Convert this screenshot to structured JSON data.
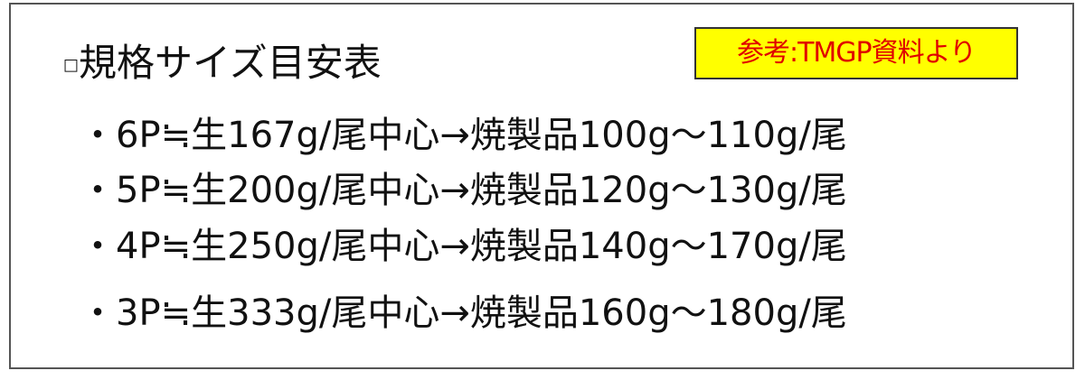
{
  "title": {
    "bullet": "□",
    "text": "規格サイズ目安表"
  },
  "reference_label": "参考:TMGP資料より",
  "colors": {
    "reference_bg": "#ffff00",
    "reference_text": "#e00000"
  },
  "items": [
    {
      "bullet": "・",
      "text": "6P≒生167g/尾中心→焼製品100g～110g/尾"
    },
    {
      "bullet": "・",
      "text": "5P≒生200g/尾中心→焼製品120g～130g/尾"
    },
    {
      "bullet": "・",
      "text": "4P≒生250g/尾中心→焼製品140g～170g/尾"
    },
    {
      "bullet": "・",
      "text": "3P≒生333g/尾中心→焼製品160g～180g/尾"
    }
  ]
}
